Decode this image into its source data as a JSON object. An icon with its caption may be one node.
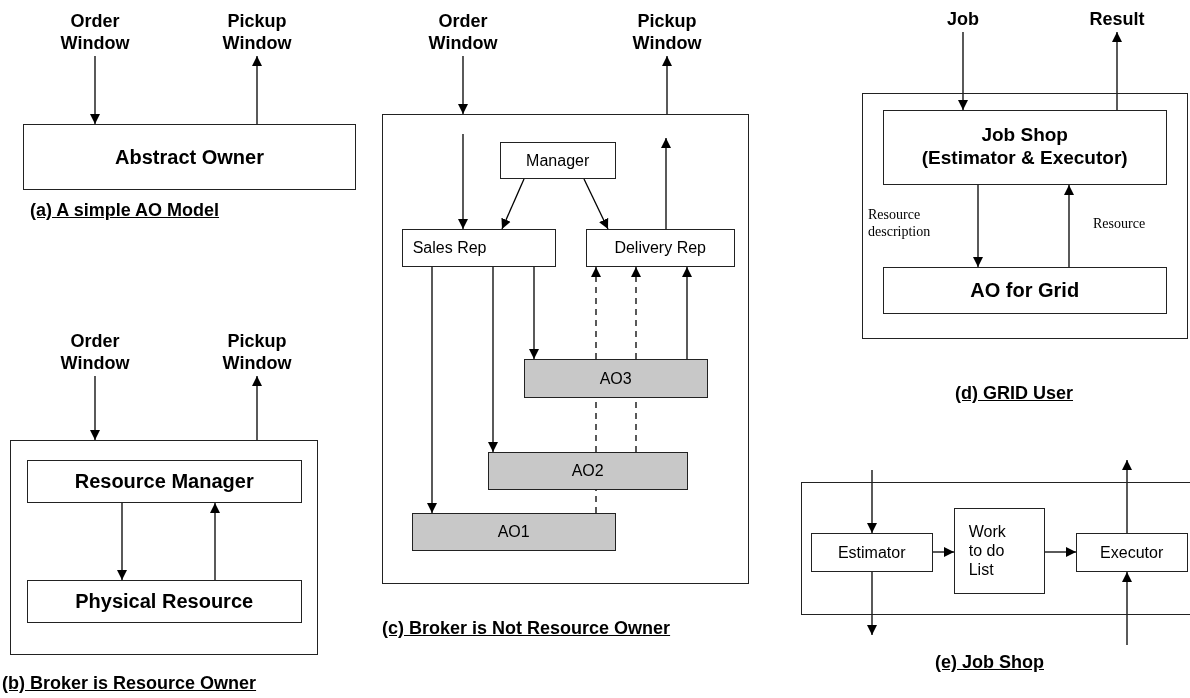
{
  "diagram": {
    "nodes": [
      {
        "text": [
          "Order Window"
        ]
      },
      {
        "text": [
          "Pickup Window"
        ]
      },
      {
        "text": [
          "Abstract Owner"
        ]
      },
      {
        "text": [
          "Order Window"
        ]
      },
      {
        "text": [
          "Pickup Window"
        ]
      },
      {
        "text": [],
        "shape": "box"
      },
      {
        "text": [
          "Resource Manager"
        ],
        "in": 5
      },
      {
        "text": [
          "Physical Resource"
        ],
        "in": 5
      },
      {
        "text": [
          "Order Window"
        ]
      },
      {
        "text": [
          "Pickup Window"
        ]
      },
      {
        "text": [],
        "shape": "box"
      },
      {
        "text": [
          "Manager"
        ],
        "in": 10
      },
      {
        "text": [
          "Sales Rep"
        ],
        "in": 10
      },
      {
        "text": [
          "Delivery Rep"
        ],
        "in": 10
      },
      {
        "text": [
          "AO3"
        ],
        "in": 10
      },
      {
        "text": [
          "AO2"
        ],
        "in": 10
      },
      {
        "text": [
          "AO1"
        ],
        "in": 10
      },
      {
        "text": [
          "Job"
        ]
      },
      {
        "text": [
          "Result"
        ]
      },
      {
        "text": [],
        "shape": "box"
      },
      {
        "text": [
          "Job Shop",
          "(Estimator & Executor)"
        ],
        "in": 19
      },
      {
        "text": [
          "AO for Grid"
        ],
        "in": 19
      },
      {
        "text": [],
        "shape": "box"
      },
      {
        "text": [
          "Estimator"
        ],
        "in": 22
      },
      {
        "text": [
          "Work to do List"
        ],
        "in": 22
      },
      {
        "text": [
          "Executor"
        ],
        "in": 22
      }
    ],
    "edges": [
      {
        "from": 0,
        "to": 2,
        "arrow": "to"
      },
      {
        "from": 2,
        "to": 1,
        "arrow": "to"
      },
      {
        "from": 3,
        "to": 5,
        "arrow": "to"
      },
      {
        "from": 5,
        "to": 4,
        "arrow": "to"
      },
      {
        "from": 6,
        "to": 7,
        "arrow": "to"
      },
      {
        "from": 7,
        "to": 6,
        "arrow": "to"
      },
      {
        "from": 8,
        "to": 10,
        "arrow": "to"
      },
      {
        "from": 10,
        "to": 9,
        "arrow": "to"
      },
      {
        "from": null,
        "to": 12,
        "arrow": "to"
      },
      {
        "from": 13,
        "to": null,
        "arrow": "to"
      },
      {
        "from": 11,
        "to": 12,
        "arrow": "to"
      },
      {
        "from": 11,
        "to": 13,
        "arrow": "to"
      },
      {
        "from": 12,
        "to": 14,
        "arrow": "to"
      },
      {
        "from": 12,
        "to": 15,
        "arrow": "to"
      },
      {
        "from": 12,
        "to": 16,
        "arrow": "to"
      },
      {
        "from": 16,
        "to": 15,
        "arrow": "none",
        "style": "dashed"
      },
      {
        "from": 15,
        "to": 14,
        "arrow": "none",
        "style": "dashed"
      },
      {
        "from": 15,
        "to": 14,
        "arrow": "none",
        "style": "dashed"
      },
      {
        "from": 14,
        "to": 13,
        "arrow": "to",
        "style": "dashed"
      },
      {
        "from": 14,
        "to": 13,
        "arrow": "to",
        "style": "dashed"
      },
      {
        "from": 14,
        "to": 13,
        "arrow": "to"
      },
      {
        "from": 17,
        "to": 20,
        "arrow": "to"
      },
      {
        "from": 20,
        "to": 18,
        "arrow": "to"
      },
      {
        "from": 20,
        "to": 21,
        "arrow": "to",
        "label": "Resource description"
      },
      {
        "from": 21,
        "to": 20,
        "arrow": "to",
        "label": "Resource"
      },
      {
        "from": null,
        "to": 23,
        "arrow": "to"
      },
      {
        "from": 23,
        "to": null,
        "arrow": "to"
      },
      {
        "from": 23,
        "to": 24,
        "arrow": "to"
      },
      {
        "from": 24,
        "to": 25,
        "arrow": "to"
      },
      {
        "from": 25,
        "to": null,
        "arrow": "to"
      },
      {
        "from": null,
        "to": 25,
        "arrow": "to"
      }
    ],
    "labels": [
      "(a) A simple AO Model",
      "(d) GRID User",
      "(c) Broker is Not Resource Owner",
      "(e) Job Shop",
      "(b) Broker is Resource Owner"
    ]
  }
}
